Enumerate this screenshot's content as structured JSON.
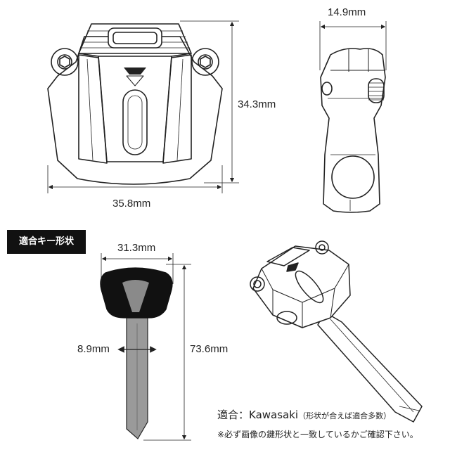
{
  "dimensions": {
    "width_front": "35.8mm",
    "height_front": "34.3mm",
    "width_side": "14.9mm",
    "key_head_width": "31.3mm",
    "key_blade_width": "8.9mm",
    "key_length": "73.6mm"
  },
  "section_label": "適合キー形状",
  "compatibility": {
    "label": "適合：Kawasaki",
    "note": "（形状が合えば適合多数）"
  },
  "disclaimer": "※必ず画像の鍵形状と一致しているかご確認下さい。",
  "colors": {
    "line": "#222222",
    "key_head": "#111111",
    "blade": "#9a9a9a"
  }
}
